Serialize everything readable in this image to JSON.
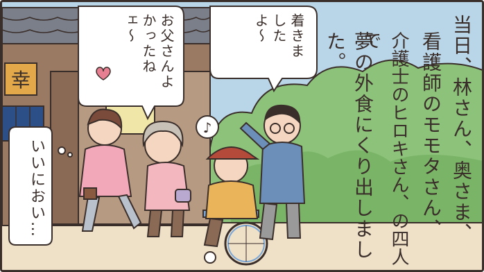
{
  "narration": {
    "columns": [
      "当日、林さん、奥さま、",
      "看護師のモモタさん、",
      "介護士のヒロキさん、の四人で",
      "夢の外食にくり出しました。"
    ]
  },
  "bubbles": {
    "arrived": "着きましたよ〜",
    "father": "お父さんよかったねェ〜",
    "smell": "いいにおい…"
  },
  "shop_sign": {
    "char": "幸"
  },
  "colors": {
    "sky": "#b9d6e8",
    "trees": "#8cc27a",
    "outline": "#3a2e2a",
    "ground": "#efe0c8",
    "wall": "#8a6a55",
    "noren": "#2c4f88",
    "sign": "#e2a84a"
  }
}
